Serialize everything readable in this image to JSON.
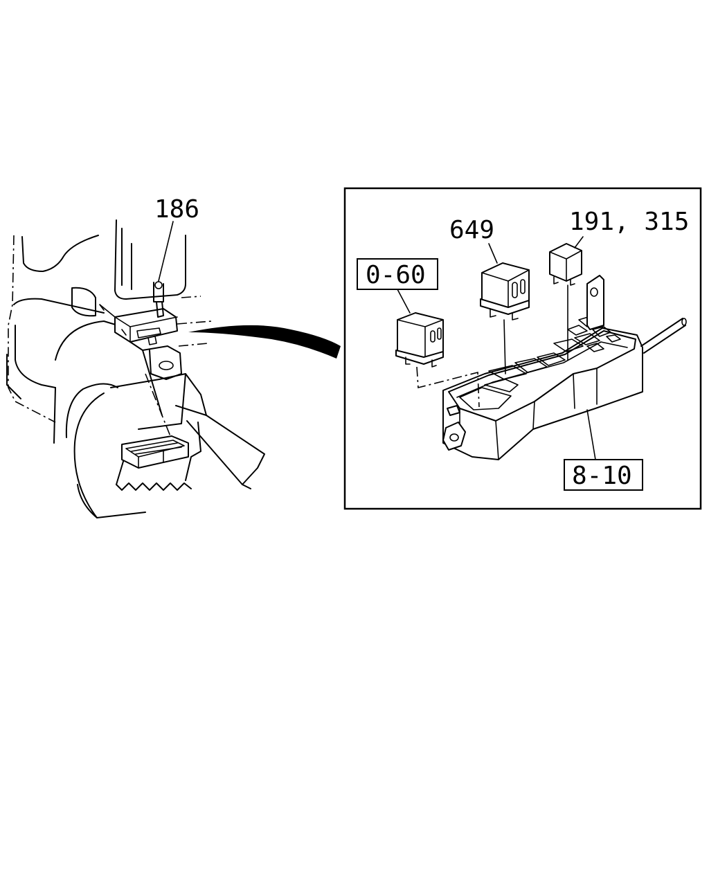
{
  "callouts": {
    "part_186": "186",
    "part_649": "649",
    "part_191_315": "191, 315",
    "ref_0_60": "0-60",
    "ref_8_10": "8-10"
  }
}
